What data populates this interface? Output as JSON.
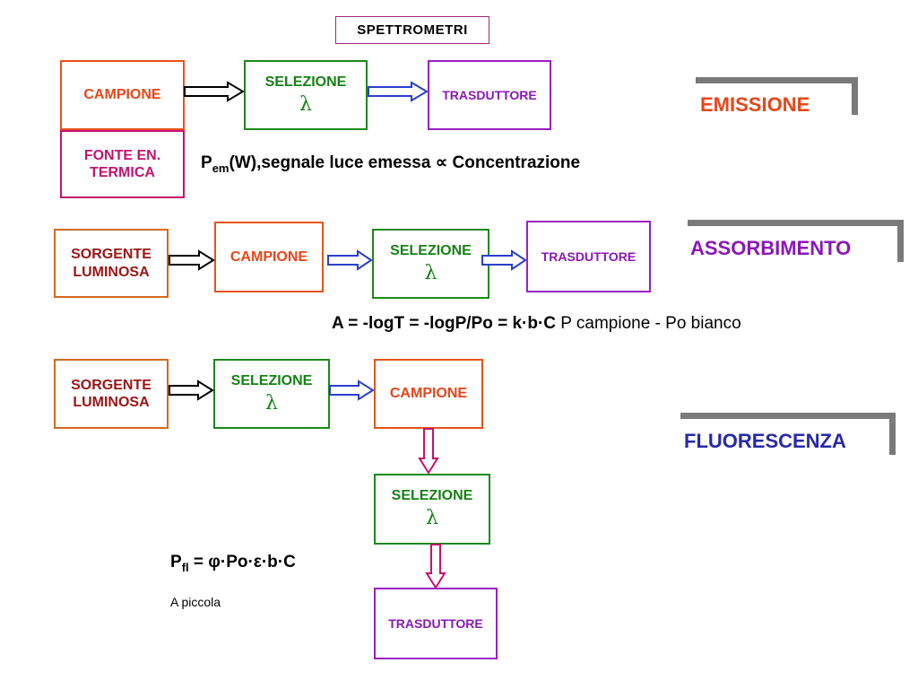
{
  "title": "SPETTROMETRI",
  "sections": {
    "emissione": {
      "label": "EMISSIONE",
      "campione": "CAMPIONE",
      "fonte_line1": "FONTE EN.",
      "fonte_line2": "TERMICA",
      "selezione": "SELEZIONE",
      "lambda": "λ",
      "trasduttore": "TRASDUTTORE",
      "formula_p": "P",
      "formula_sub": "em",
      "formula_rest": "(W),segnale luce emessa  ∝ Concentrazione"
    },
    "assorbimento": {
      "label": "ASSORBIMENTO",
      "sorgente_line1": "SORGENTE",
      "sorgente_line2": "LUMINOSA",
      "campione": "CAMPIONE",
      "selezione": "SELEZIONE",
      "lambda": "λ",
      "trasduttore": "TRASDUTTORE",
      "formula_bold": "A = -logT = -logP/Po = k·b·C",
      "formula_normal": " P campione - Po bianco"
    },
    "fluorescenza": {
      "label": "FLUORESCENZA",
      "sorgente_line1": "SORGENTE",
      "sorgente_line2": "LUMINOSA",
      "selezione1": "SELEZIONE",
      "lambda1": "λ",
      "campione": "CAMPIONE",
      "selezione2": "SELEZIONE",
      "lambda2": "λ",
      "trasduttore": "TRASDUTTORE",
      "formula_p": "P",
      "formula_sub": "fl",
      "formula_rest": " = φ·Po·ε·b·C",
      "note": "A piccola"
    }
  },
  "colors": {
    "campione": "#e8531c",
    "selezione": "#1b8a1b",
    "trasduttore": "#9a1fc4",
    "fonte": "#c4126e",
    "sorgente": "#d2691e",
    "emissione_label": "#e8461a",
    "assorbimento_label": "#8a18b8",
    "fluorescenza_label": "#2828a8",
    "bracket": "#7a7a7a"
  }
}
